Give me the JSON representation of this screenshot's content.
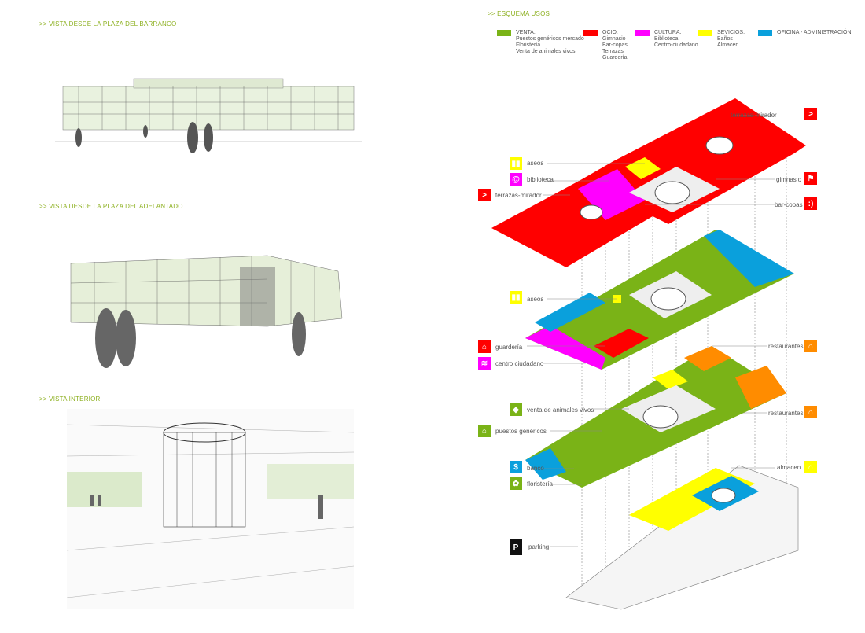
{
  "views": [
    {
      "title": ">> VISTA DESDE LA PLAZA DEL BARRANCO"
    },
    {
      "title": ">> VISTA DESDE LA PLAZA DEL ADELANTADO"
    },
    {
      "title": ">> VISTA INTERIOR"
    }
  ],
  "scheme": {
    "title": ">> ESQUEMA  USOS",
    "legend": [
      {
        "head": "VENTA:",
        "items": [
          "Puestos genéricos mercado",
          "Floristería",
          "Venta de animales vivos"
        ],
        "color": "#7ab317"
      },
      {
        "head": "OCIO:",
        "items": [
          "Gimnasio",
          "Bar-copas",
          "Terrazas",
          "Guardería"
        ],
        "color": "#ff0000"
      },
      {
        "head": "CULTURA:",
        "items": [
          "Biblioteca",
          "Centro-ciudadano"
        ],
        "color": "#ff00ff"
      },
      {
        "head": "SEVICIOS:",
        "items": [
          "Baños",
          "Almacen"
        ],
        "color": "#ffff00"
      },
      {
        "head": "OFICINA - ADMINISTRACIÓN",
        "items": [],
        "color": "#0aa0dc"
      }
    ],
    "labels": {
      "terrazas_mirador_1": "terrazas-mirador",
      "aseos_1": "aseos",
      "biblioteca": "biblioteca",
      "terrazas_mirador_2": "terrazas-mirador",
      "gimnasio": "gimnasio",
      "bar_copas": "bar-copas",
      "aseos_2": "aseos",
      "guarderia": "guardería",
      "centro_ciudadano": "centro ciudadano",
      "restaurantes_1": "restaurantes",
      "restaurantes_2": "restaurantes",
      "venta_animales": "venta de animales vivos",
      "puestos_genericos": "puestos genéricos",
      "banco": "banco",
      "floristeria": "floristería",
      "almacen": "almacen",
      "parking": "parking"
    },
    "icons": {
      "bar": ":)",
      "biblioteca": "@",
      "banco": "$",
      "parking": "P"
    }
  }
}
